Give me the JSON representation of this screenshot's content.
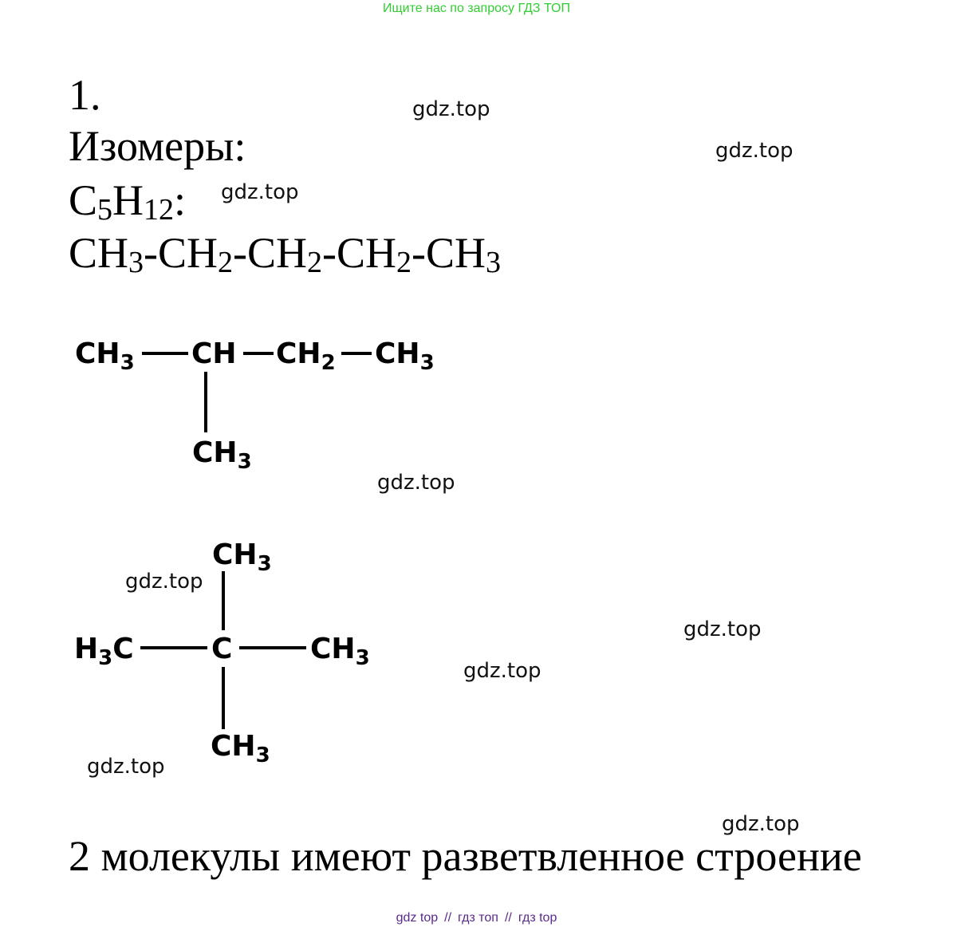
{
  "header": {
    "banner": "Ищите нас по запросу ГДЗ ТОП"
  },
  "task": {
    "number": "1.",
    "heading": "Изомеры:",
    "formula": {
      "c": "C",
      "c_sub": "5",
      "h": "H",
      "h_sub": "12",
      "colon": ":"
    },
    "linear": {
      "g1": "CH",
      "s1": "3",
      "d1": "-",
      "g2": "CH",
      "s2": "2",
      "d2": "-",
      "g3": "CH",
      "s3": "2",
      "d3": "-",
      "g4": "CH",
      "s4": "2",
      "d4": "-",
      "g5": "CH",
      "s5": "3"
    },
    "conclusion": "2 молекулы имеют разветвленное строение"
  },
  "isopentane": {
    "ch3_left": "CH",
    "ch3_left_sub": "3",
    "ch": "CH",
    "ch2": "CH",
    "ch2_sub": "2",
    "ch3_right": "CH",
    "ch3_right_sub": "3",
    "ch3_bottom": "CH",
    "ch3_bottom_sub": "3"
  },
  "neopentane": {
    "ch3_top": "CH",
    "ch3_top_sub": "3",
    "h3c_h": "H",
    "h3c_sub": "3",
    "h3c_c": "C",
    "center": "C",
    "ch3_right": "CH",
    "ch3_right_sub": "3",
    "ch3_bottom": "CH",
    "ch3_bottom_sub": "3"
  },
  "watermarks": [
    "gdz.top",
    "gdz.top",
    "gdz.top",
    "gdz.top",
    "gdz.top",
    "gdz.top",
    "gdz.top",
    "gdz.top",
    "gdz.top"
  ],
  "footer": {
    "links": [
      "gdz top",
      "гдз топ",
      "гдз top"
    ],
    "separator": "//"
  }
}
